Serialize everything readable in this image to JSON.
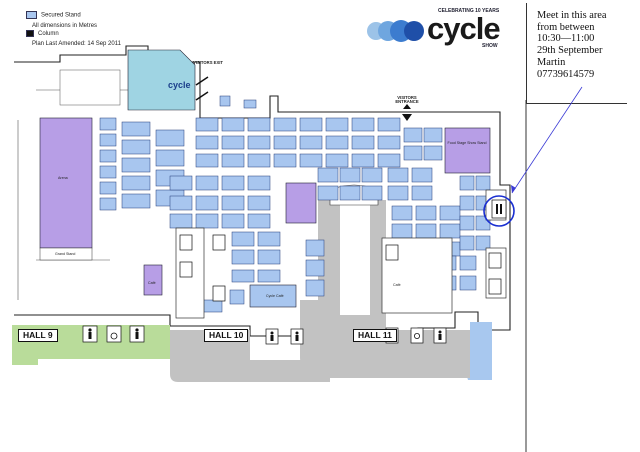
{
  "legend": {
    "secured_stand": "Secured Stand",
    "dimensions": "All dimensions in Metres",
    "columns": "Column",
    "plan_amended": "Plan Last Amended: 14 Sep 2011"
  },
  "logo": {
    "tagline": "CELEBRATING 10 YEARS",
    "word": "cycle",
    "subword": "SHOW",
    "marker_logo": "cycle"
  },
  "signs": {
    "visitors_exit": "VISITORS EXIT",
    "visitors_entrance": "VISITORS ENTRANCE",
    "arena": "Arena",
    "grand_stand": "Grand Stand",
    "cycle_cafe": "Cycle Café",
    "cafe": "Café",
    "cafe_right": "Café",
    "top_stand": "Food Stage Show Stand"
  },
  "halls": {
    "h9": "HALL 9",
    "h10": "HALL 10",
    "h11": "HALL 11"
  },
  "note": {
    "lines": [
      "Meet in this area",
      "from between",
      "10:30—11:00",
      "29th September",
      "Martin",
      "07739614579"
    ]
  },
  "colors": {
    "stand": "#a8c6ef",
    "stand_border": "#223a78",
    "feature": "#b79ee6",
    "green": "#b9dc9a",
    "water": "#a8c8ef",
    "road": "#c2c2c2",
    "annotation": "#0033cc"
  }
}
